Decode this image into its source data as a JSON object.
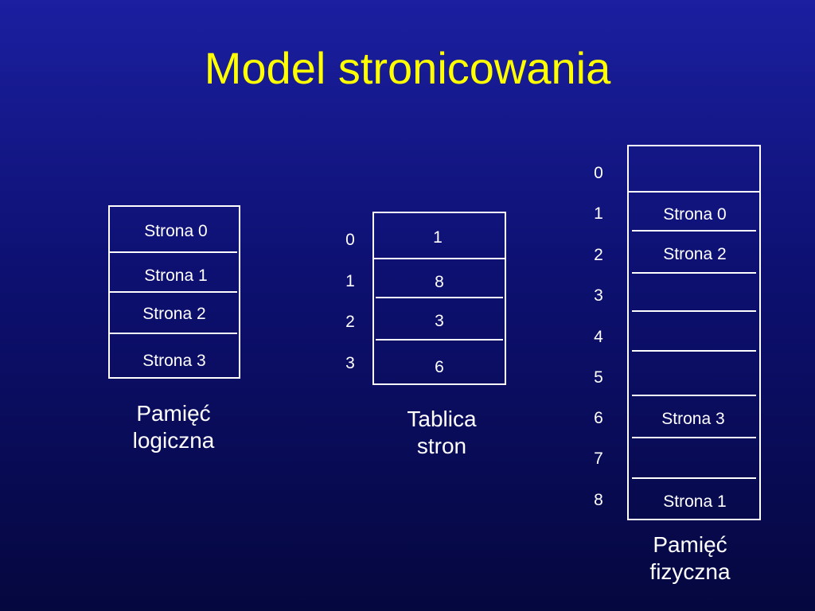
{
  "title": "Model stronicowania",
  "logical_memory": {
    "caption_line1": "Pamięć",
    "caption_line2": "logiczna",
    "pages": [
      "Strona 0",
      "Strona 1",
      "Strona 2",
      "Strona 3"
    ]
  },
  "page_table": {
    "caption_line1": "Tablica",
    "caption_line2": "stron",
    "indices": [
      "0",
      "1",
      "2",
      "3"
    ],
    "frames": [
      "1",
      "8",
      "3",
      "6"
    ]
  },
  "physical_memory": {
    "caption_line1": "Pamięć",
    "caption_line2": "fizyczna",
    "indices": [
      "0",
      "1",
      "2",
      "3",
      "4",
      "5",
      "6",
      "7",
      "8"
    ],
    "frames": [
      "",
      "Strona 0",
      "Strona 2",
      "",
      "",
      "",
      "Strona 3",
      "",
      "Strona 1"
    ]
  },
  "colors": {
    "background_top": "#1b1fa0",
    "background_bottom": "#05073f",
    "title": "#ffff00",
    "lines_and_text": "#ffffff"
  }
}
